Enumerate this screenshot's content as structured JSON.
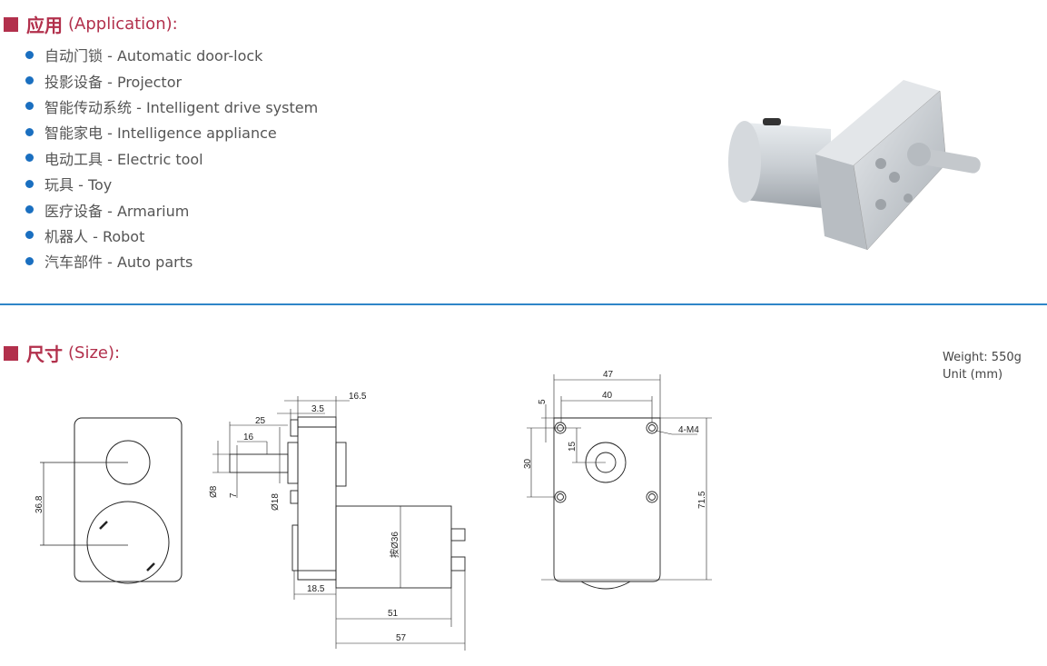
{
  "application": {
    "title_zh": "应用",
    "title_en": "(Application):",
    "items": [
      "自动门锁 - Automatic door-lock",
      "投影设备 - Projector",
      "智能传动系统 - Intelligent drive system",
      "智能家电 - Intelligence appliance",
      "电动工具 - Electric tool",
      "玩具 - Toy",
      "医疗设备 - Armarium",
      "机器人 - Robot",
      "汽车部件 - Auto parts"
    ]
  },
  "size": {
    "title_zh": "尺寸",
    "title_en": "(Size):",
    "weight": "Weight: 550g",
    "unit": "Unit (mm)"
  },
  "dims": {
    "front": {
      "d368": "36.8"
    },
    "side": {
      "d165": "16.5",
      "d35": "3.5",
      "d25": "25",
      "d16": "16",
      "d8": "Ø8",
      "d7": "7",
      "d18": "Ø18",
      "d36": "按Ø36",
      "d185": "18.5",
      "d51": "51",
      "d57": "57"
    },
    "face": {
      "d47": "47",
      "d40": "40",
      "d5": "5",
      "d15": "15",
      "d30": "30",
      "d715": "71.5",
      "m4": "4-M4"
    }
  },
  "colors": {
    "title": "#b2304c",
    "bullet": "#1a6fc0",
    "rule": "#2f86c8"
  }
}
